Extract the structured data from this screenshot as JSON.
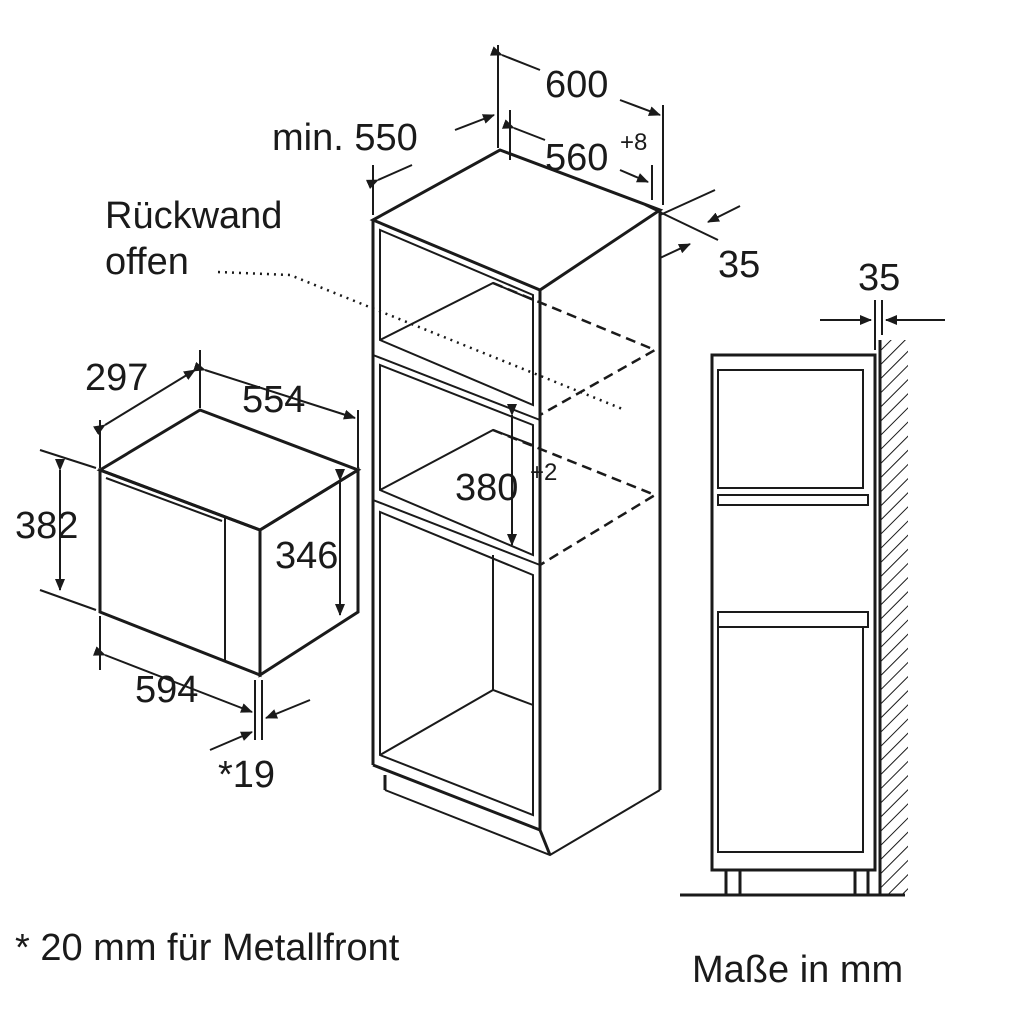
{
  "labels": {
    "width_total": "600",
    "depth_min": "min. 550",
    "inner_width": "560",
    "inner_width_tol": "+8",
    "gap_back": "35",
    "rear_wall_line1": "Rückwand",
    "rear_wall_line2": "offen",
    "mw_depth": "297",
    "mw_width_inner": "554",
    "mw_height": "382",
    "mw_body_height": "346",
    "niche_height": "380",
    "niche_height_tol": "+2",
    "mw_width": "594",
    "front_offset": "*19",
    "side_gap": "35",
    "footnote": "* 20 mm für Metallfront",
    "units": "Maße in mm"
  }
}
